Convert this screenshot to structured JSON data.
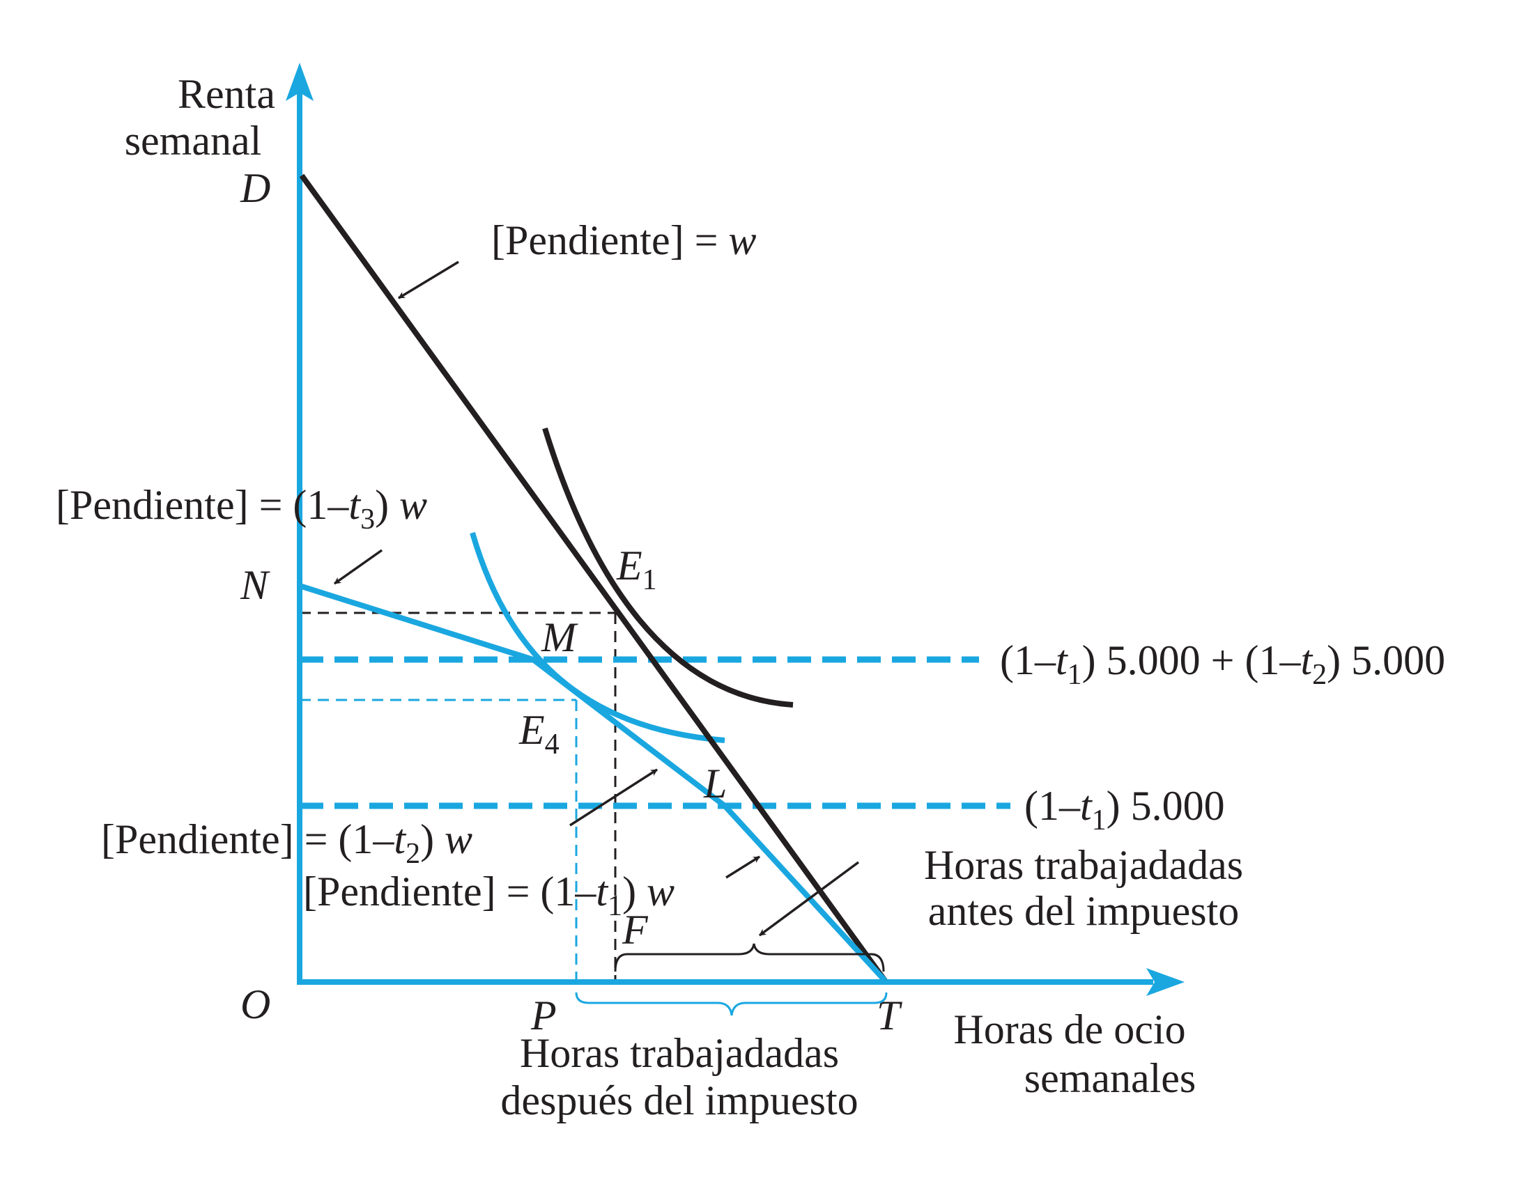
{
  "colors": {
    "accent": "#1aa7e0",
    "ink": "#231f20",
    "background": "#ffffff"
  },
  "axes": {
    "y_title_line1": "Renta",
    "y_title_line2": "semanal",
    "x_title_line1": "Horas de ocio",
    "x_title_line2": "semanales"
  },
  "points": {
    "D": "D",
    "N": "N",
    "O": "O",
    "P": "P",
    "T": "T",
    "M": "M",
    "E1": "E",
    "E1_sub": "1",
    "E4": "E",
    "E4_sub": "4",
    "L": "L",
    "F": "F"
  },
  "slopes": {
    "w": {
      "prefix": "[Pendiente] = ",
      "var": "w"
    },
    "t3": {
      "prefix": "[Pendiente] = (1–",
      "t": "t",
      "sub": "3",
      "close": ") ",
      "var": "w"
    },
    "t2": {
      "prefix": "[Pendiente]  = (1–",
      "t": "t",
      "sub": "2",
      "close": ") ",
      "var": "w"
    },
    "t1": {
      "prefix": "[Pendiente] = (1–",
      "t": "t",
      "sub": "1",
      "close": ") ",
      "var": "w"
    }
  },
  "levels": {
    "upper": {
      "a": "(1–",
      "t1": "t",
      "s1": "1",
      "b": ") 5.000 + (1–",
      "t2": "t",
      "s2": "2",
      "c": ") 5.000"
    },
    "lower": {
      "a": "(1–",
      "t1": "t",
      "s1": "1",
      "b": ") 5.000"
    }
  },
  "annotations": {
    "before_line1": "Horas trabajadadas",
    "before_line2": "antes del impuesto",
    "after_line1": "Horas trabajadadas",
    "after_line2": "después del impuesto"
  }
}
